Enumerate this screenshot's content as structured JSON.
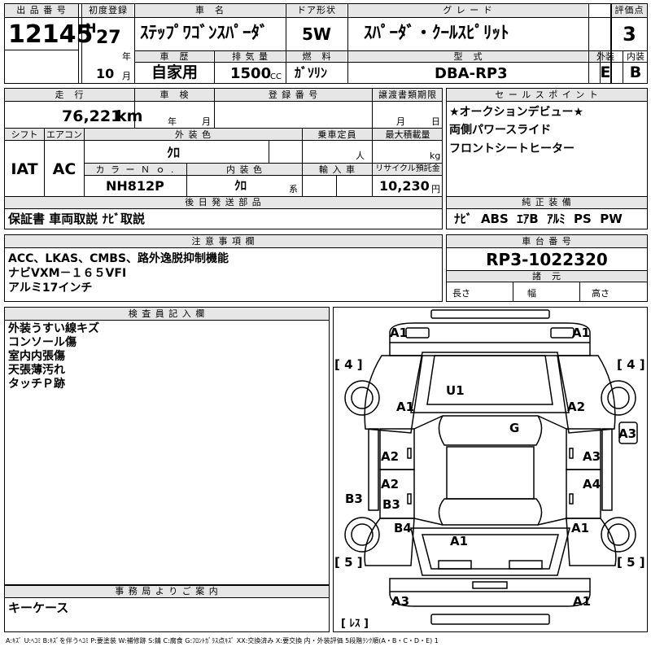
{
  "header": {
    "lot_label": "出 品 番 号",
    "lot_number": "12145",
    "first_reg_label": "初度登録",
    "era": "H",
    "year": "27",
    "year_unit": "年",
    "month": "10",
    "month_unit": "月",
    "name_label": "車　名",
    "car_name": "ｽﾃｯﾌﾟﾜｺﾞﾝｽﾊﾟｰﾀﾞ",
    "door_label": "ドア形状",
    "door": "5W",
    "grade_label": "グ レ ー ド",
    "grade": "ｽﾊﾟｰﾀﾞ・ｸｰﾙｽﾋﾟﾘｯﾄ",
    "score_label": "評価点",
    "score": "3",
    "history_label": "車　歴",
    "history": "自家用",
    "displacement_label": "排 気 量",
    "displacement": "1500",
    "cc": "CC",
    "fuel_label": "燃　料",
    "fuel": "ｶﾞｿﾘﾝ",
    "model_label": "型　式",
    "model": "DBA-RP3",
    "exterior_label": "外装",
    "exterior_grade": "E",
    "interior_label": "内装",
    "interior_grade": "B"
  },
  "specs": {
    "mileage_label": "走　行",
    "mileage": "76,221",
    "km": "km",
    "inspection_label": "車　検",
    "insp_year_unit": "年",
    "insp_month_unit": "月",
    "reg_label": "登 録 番 号",
    "transfer_label": "譲渡書類期限",
    "transfer_month_unit": "月",
    "transfer_day_unit": "日",
    "shift_label": "シフト",
    "shift": "IAT",
    "ac_label": "エアコン",
    "ac": "AC",
    "color_label": "外 装 色",
    "color": "ｸﾛ",
    "capacity_label": "乗車定員",
    "capacity_unit": "人",
    "load_label": "最大積載量",
    "load_unit": "kg",
    "color_no_label": "カ ラ ー Ｎ ｏ .",
    "color_no": "NH812P",
    "interior_color_label": "内 装 色",
    "interior_color": "ｸﾛ",
    "interior_color_unit": "系",
    "import_label": "輸 入 車",
    "recycle_label": "リサイクル預託金",
    "recycle": "10,230",
    "yen": "円",
    "later_label": "後 日 発 送 部 品",
    "later_items": "保証書 車両取説 ﾅﾋﾞ取説"
  },
  "sales": {
    "label": "セ ー ル ス ポ イ ン ト",
    "lines": [
      "★オークションデビュー★",
      "両側パワースライド",
      "フロントシートヒーター"
    ]
  },
  "equipment": {
    "label": "純 正 装 備",
    "items": "ﾅﾋﾞ  ABS  ｴｱB  ｱﾙﾐ  PS  PW"
  },
  "notes": {
    "label": "注 意 事 項 欄",
    "lines": [
      "ACC、LKAS、CMBS、路外逸脱抑制機能",
      "ナビVXM－１６５VFI",
      "アルミ17インチ"
    ]
  },
  "chassis": {
    "label": "車 台 番 号",
    "number": "RP3-1022320",
    "dims_label": "諸　元",
    "length_label": "長さ",
    "width_label": "幅",
    "height_label": "高さ"
  },
  "inspector": {
    "label": "検 査 員 記 入 欄",
    "lines": [
      "外装うすい線キズ",
      "コンソール傷",
      "室内内張傷",
      "天張薄汚れ",
      "タッチＰ跡"
    ]
  },
  "office": {
    "label": "事 務 局 よ り ご 案 内",
    "text": "キーケース"
  },
  "diagram": {
    "tire_fl": "[ 4 ]",
    "tire_fr": "[ 4 ]",
    "tire_rl": "[ 5 ]",
    "tire_rr": "[ 5 ]",
    "spare": "[ ﾚｽ ]",
    "marks": {
      "front_left": "A1",
      "front_right": "A1",
      "hood_left": "A1",
      "roof": "U1",
      "hood_right": "A2",
      "windshield": "G",
      "right_fender": "A3",
      "left_front_door": "A2",
      "right_front_door": "A3",
      "left_rear_door_a": "A2",
      "right_rear_door": "A4",
      "left_rear_door_b": "B3",
      "left_sill": "B3",
      "left_quarter": "B4",
      "right_quarter": "A1",
      "tailgate": "A1",
      "rear_left": "A3",
      "rear_right": "A1"
    }
  },
  "legend": "A:ｷｽﾞ U:ﾍｺﾐ B:ｷｽﾞを伴うﾍｺﾐ P:要塗装 W:補修跡 S:錆 C:腐食 G:ﾌﾛﾝﾄｶﾞﾗｽ点ｷｽﾞ XX:交換済み X:要交換  内・外装評価  5段階ﾗﾝｸ順(A・B・C・D・E) 1"
}
